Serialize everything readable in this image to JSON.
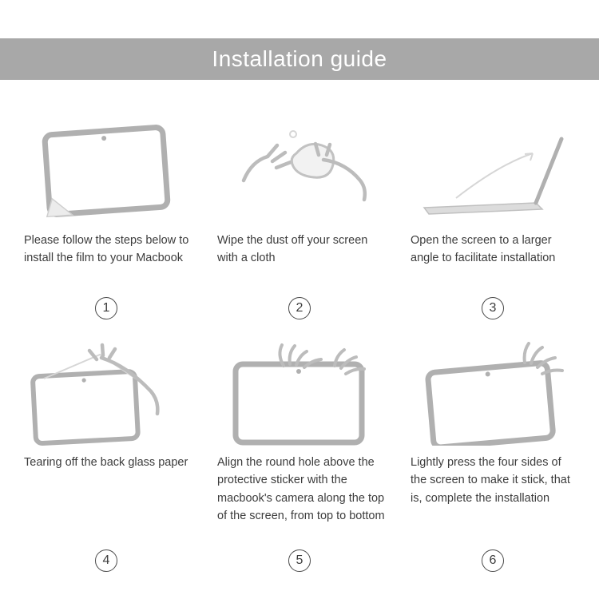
{
  "header": {
    "title": "Installation guide",
    "bg_color": "#a8a8a8",
    "text_color": "#ffffff"
  },
  "colors": {
    "body_text": "#3c3c3c",
    "illustration_stroke": "#b0b0b0",
    "background": "#ffffff"
  },
  "steps": [
    {
      "number": "1",
      "illustration": "macbook-screen-film-peel-icon",
      "text": "Please follow the steps below to install the film to your Macbook"
    },
    {
      "number": "2",
      "illustration": "hands-wiping-cloth-icon",
      "text": "Wipe the dust off your screen with a cloth"
    },
    {
      "number": "3",
      "illustration": "open-laptop-angle-icon",
      "text": "Open the screen to a larger angle to facilitate installation"
    },
    {
      "number": "4",
      "illustration": "hands-tearing-back-paper-icon",
      "text": "Tearing off the back glass paper"
    },
    {
      "number": "5",
      "illustration": "hands-aligning-film-camera-icon",
      "text": "Align the round hole above the protective sticker with the macbook's camera along the top of the screen, from top to bottom"
    },
    {
      "number": "6",
      "illustration": "hands-pressing-screen-sides-icon",
      "text": "Lightly press the four sides of the screen to make it stick, that is, complete the installation"
    }
  ]
}
